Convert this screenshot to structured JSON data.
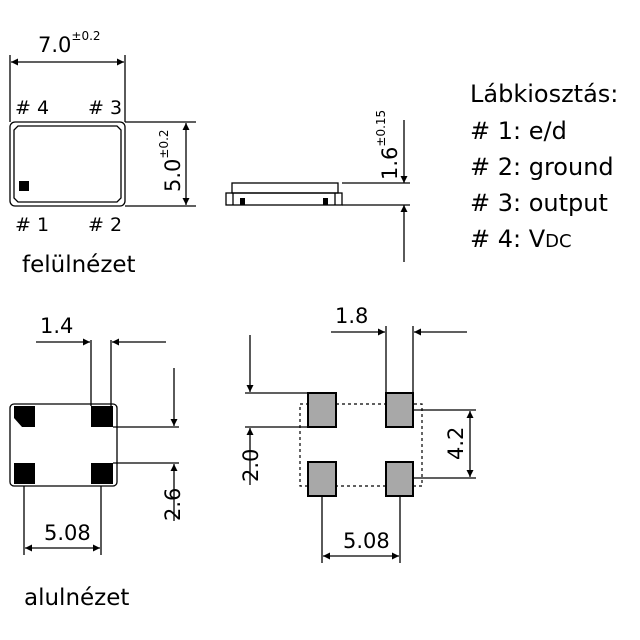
{
  "top_view": {
    "width_dim": "7.0",
    "width_tol": "±0.2",
    "height_dim": "5.0",
    "height_tol": "±0.2",
    "pin4": "# 4",
    "pin3": "# 3",
    "pin1": "# 1",
    "pin2": "# 2",
    "caption": "felülnézet"
  },
  "side_view": {
    "thickness_dim": "1.6",
    "thickness_tol": "±0.15"
  },
  "legend": {
    "title": "Lábkiosztás:",
    "items": [
      {
        "pin": "# 1:",
        "function": "e/d"
      },
      {
        "pin": "# 2:",
        "function": "ground"
      },
      {
        "pin": "# 3:",
        "function": "output"
      },
      {
        "pin": "# 4:",
        "function": "V",
        "function_sub": "DC"
      }
    ]
  },
  "bottom_view": {
    "pad_width_dim": "1.4",
    "pad_gap_dim": "2.6",
    "pitch_dim": "5.08",
    "caption": "alulnézet"
  },
  "land_pattern": {
    "pad_width_dim": "1.8",
    "pad_height_dim": "2.0",
    "vertical_dim": "4.2",
    "pitch_dim": "5.08"
  },
  "colors": {
    "pad_fill": "#a8a8a8",
    "line": "#000000"
  }
}
